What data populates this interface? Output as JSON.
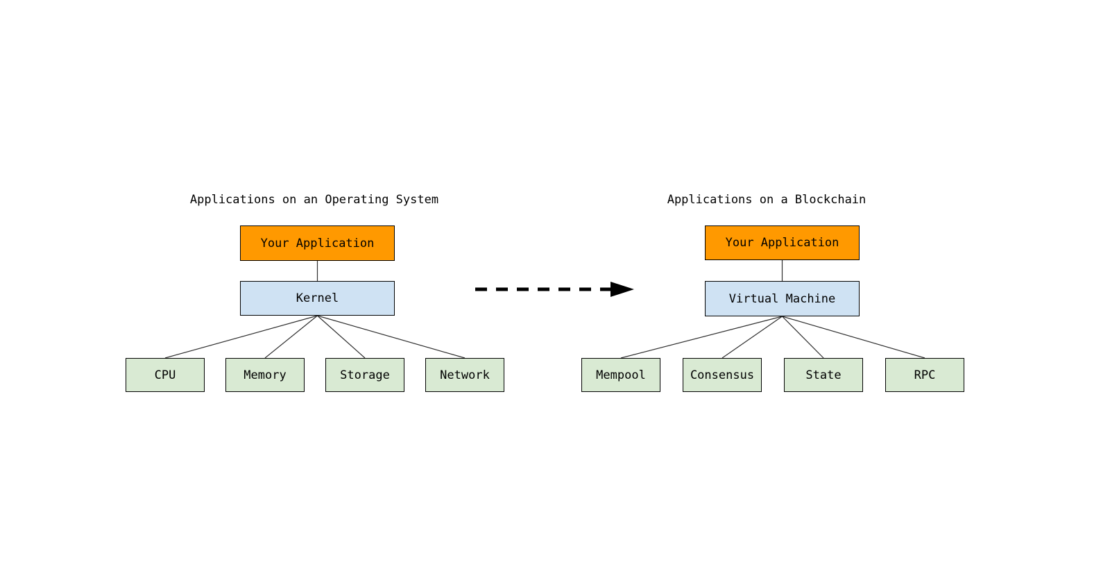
{
  "colors": {
    "background": "#ffffff",
    "text": "#000000",
    "border": "#000000",
    "line": "#2f2f2f",
    "arrow": "#000000",
    "app_box": "#ff9900",
    "middle_box": "#cfe2f3",
    "component_box": "#d9ead3"
  },
  "left_diagram": {
    "title": "Applications on an Operating System",
    "app_box": "Your Application",
    "middle_box": "Kernel",
    "components": [
      "CPU",
      "Memory",
      "Storage",
      "Network"
    ]
  },
  "right_diagram": {
    "title": "Applications on a Blockchain",
    "app_box": "Your Application",
    "middle_box": "Virtual Machine",
    "components": [
      "Mempool",
      "Consensus",
      "State",
      "RPC"
    ]
  },
  "arrow": {
    "style": "dashed",
    "direction": "right"
  }
}
